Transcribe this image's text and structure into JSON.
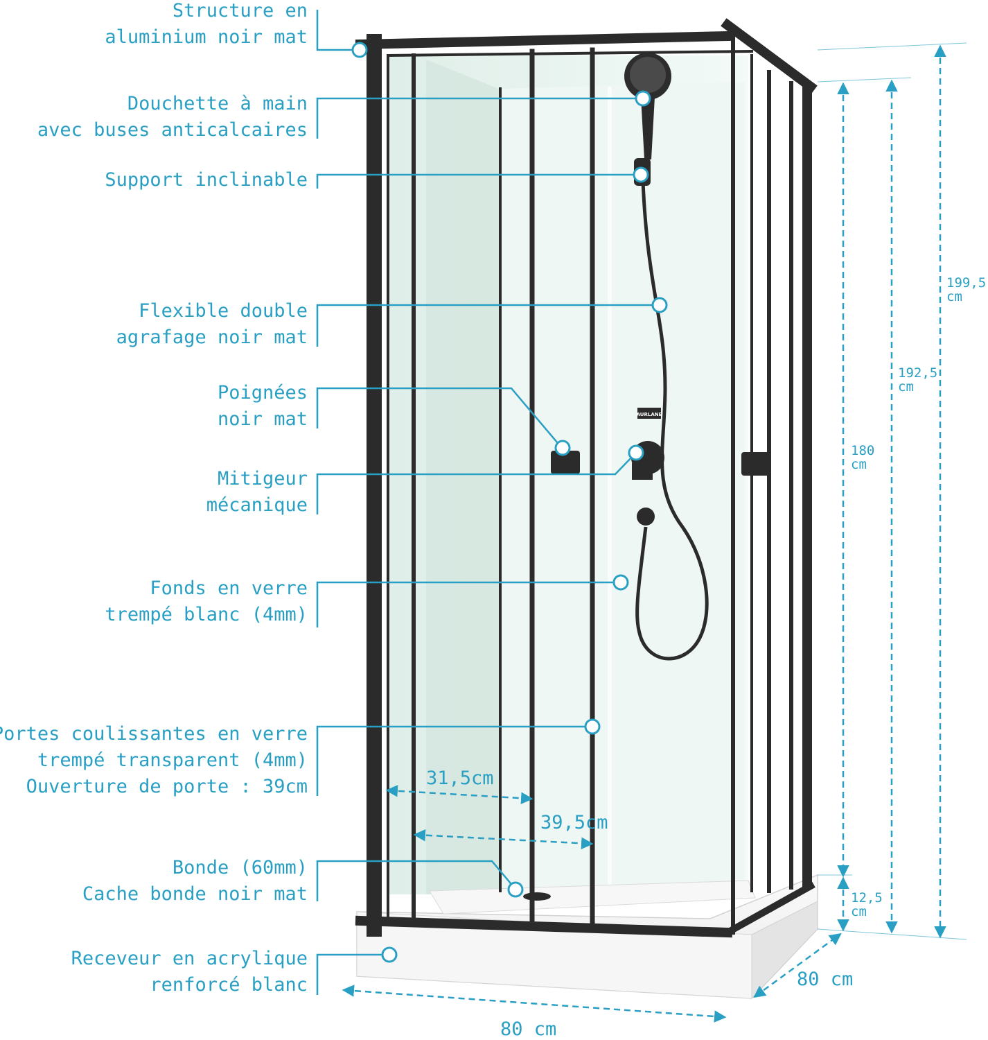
{
  "labels": {
    "structure": [
      "Structure en",
      "aluminium noir mat"
    ],
    "douchette": [
      "Douchette à main",
      "avec buses anticalcaires"
    ],
    "support": [
      "Support inclinable"
    ],
    "flexible": [
      "Flexible double",
      "agrafage noir mat"
    ],
    "poignees": [
      "Poignées",
      "noir mat"
    ],
    "mitigeur": [
      "Mitigeur",
      "mécanique"
    ],
    "fonds": [
      "Fonds en verre",
      "trempé blanc (4mm)"
    ],
    "portes": [
      "Portes coulissantes en verre",
      "trempé transparent (4mm)",
      "Ouverture de porte : 39cm"
    ],
    "bonde": [
      "Bonde (60mm)",
      "Cache bonde noir mat"
    ],
    "receveur": [
      "Receveur en acrylique",
      "renforcé blanc"
    ]
  },
  "dimensions": {
    "height_total": [
      "199,5",
      "cm"
    ],
    "height_frame": [
      "192,5",
      "cm"
    ],
    "height_door": [
      "180",
      "cm"
    ],
    "height_tray": [
      "12,5",
      "cm"
    ],
    "door_width_1": "31,5cm",
    "door_width_2": "39,5cm",
    "depth": "80 cm",
    "width": "80 cm"
  },
  "brand_mark": "AURLANE",
  "colors": {
    "accent": "#2a9fc4",
    "frame": "#2b2b2b",
    "glass": "#e8f3ef",
    "tray": "#f4f4f4"
  }
}
